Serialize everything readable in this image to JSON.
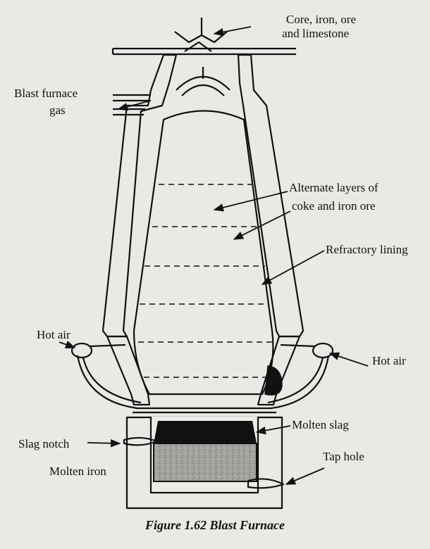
{
  "labels": {
    "charge_line1": "Core, iron, ore",
    "charge_line2": "and limestone",
    "gas_line1": "Blast furnace",
    "gas_line2": "gas",
    "layers_line1": "Alternate layers of",
    "layers_line2": "coke and iron ore",
    "refractory": "Refractory lining",
    "hot_air_left": "Hot air",
    "hot_air_right": "Hot air",
    "molten_slag": "Molten slag",
    "slag_notch": "Slag notch",
    "tap_hole": "Tap hole",
    "molten_iron": "Molten iron"
  },
  "caption": "Figure 1.62 Blast Furnace",
  "colors": {
    "background": "#e9e9e6",
    "ink": "#111111",
    "charge": "#f2f2ee",
    "slag": "#111111",
    "iron": "#9a9a96"
  }
}
